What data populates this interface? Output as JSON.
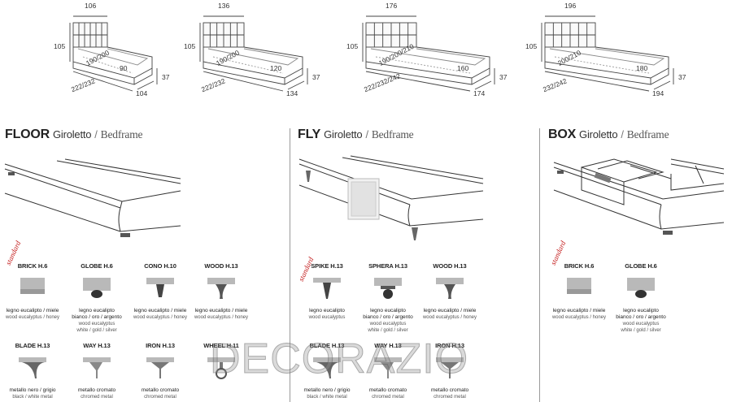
{
  "beds": [
    {
      "width": "106",
      "height": "105",
      "mattress": "190/200",
      "mattress_w": "90",
      "length": "222/232",
      "outer_w": "104",
      "frame_h": "37"
    },
    {
      "width": "136",
      "height": "105",
      "mattress": "190/200",
      "mattress_w": "120",
      "length": "222/232",
      "outer_w": "134",
      "frame_h": "37"
    },
    {
      "width": "176",
      "height": "105",
      "mattress": "190/200/210",
      "mattress_w": "160",
      "length": "222/232/242",
      "outer_w": "174",
      "frame_h": "37"
    },
    {
      "width": "196",
      "height": "105",
      "mattress": "200/210",
      "mattress_w": "180",
      "length": "232/242",
      "outer_w": "194",
      "frame_h": "37"
    }
  ],
  "sections": [
    {
      "name": "FLOOR",
      "it": "Giroletto",
      "sep": "/",
      "en": "Bedframe",
      "standard": "standard",
      "feet": [
        {
          "name": "BRICK H.6",
          "m1": "legno eucalipto / miele",
          "m2": "wood eucalyptus / honey"
        },
        {
          "name": "GLOBE H.6",
          "m1": "legno eucalipto",
          "m1b": "bianco / oro / argento",
          "m2": "wood eucalyptus",
          "m2b": "white / gold / silver"
        },
        {
          "name": "CONO H.10",
          "m1": "legno eucalipto / miele",
          "m2": "wood eucalyptus / honey"
        },
        {
          "name": "WOOD H.13",
          "m1": "legno eucalipto / miele",
          "m2": "wood eucalyptus / honey"
        },
        {
          "name": "BLADE H.13",
          "m1": "metallo nero / grigio",
          "m2": "black / white metal"
        },
        {
          "name": "WAY H.13",
          "m1": "metallo cromato",
          "m2": "chromed metal"
        },
        {
          "name": "IRON H.13",
          "m1": "metallo cromato",
          "m2": "chromed metal"
        },
        {
          "name": "WHEEL H.11",
          "m1": "",
          "m2": ""
        }
      ]
    },
    {
      "name": "FLY",
      "it": "Giroletto",
      "sep": "/",
      "en": "Bedframe",
      "standard": "standard",
      "feet": [
        {
          "name": "SPIKE H.13",
          "m1": "legno eucalipto",
          "m2": "wood eucalyptus"
        },
        {
          "name": "SPHERA H.13",
          "m1": "legno eucalipto",
          "m1b": "bianco / oro / argento",
          "m2": "wood eucalyptus",
          "m2b": "white / gold / silver"
        },
        {
          "name": "WOOD H.13",
          "m1": "legno eucalipto / miele",
          "m2": "wood eucalyptus / honey"
        },
        {
          "name": "BLADE H.13",
          "m1": "metallo nero / grigio",
          "m2": "black / white metal"
        },
        {
          "name": "WAY H.13",
          "m1": "metallo cromato",
          "m2": "chromed metal"
        },
        {
          "name": "IRON H.13",
          "m1": "metallo cromato",
          "m2": "chromed metal"
        }
      ]
    },
    {
      "name": "BOX",
      "it": "Giroletto",
      "sep": "/",
      "en": "Bedframe",
      "standard": "standard",
      "feet": [
        {
          "name": "BRICK H.6",
          "m1": "legno eucalipto / miele",
          "m2": "wood eucalyptus / honey"
        },
        {
          "name": "GLOBE H.6",
          "m1": "legno eucalipto",
          "m1b": "bianco / oro / argento",
          "m2": "wood eucalyptus",
          "m2b": "white / gold / silver"
        }
      ]
    }
  ],
  "watermark": "DECORAZIO",
  "colors": {
    "line": "#333333",
    "standard": "#c21818",
    "foot_dark": "#444444",
    "foot_light": "#b9b9b9"
  }
}
